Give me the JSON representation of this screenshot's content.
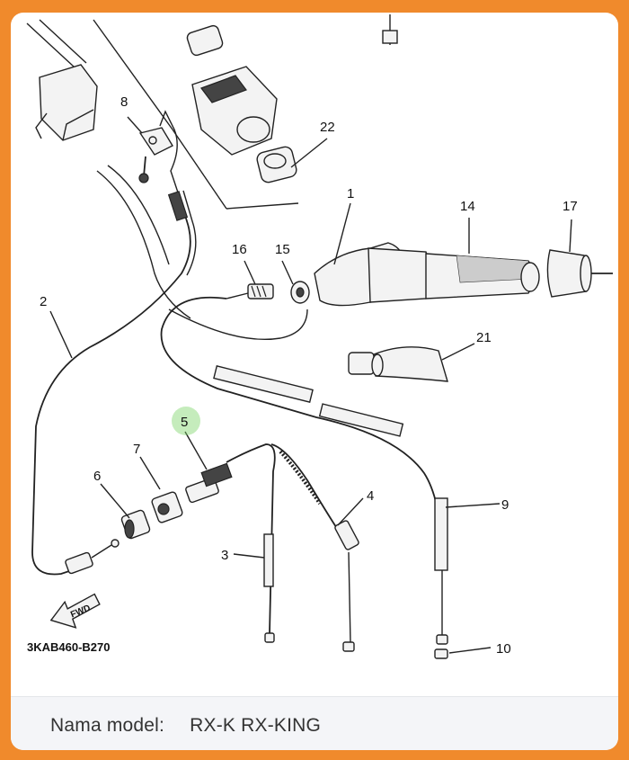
{
  "diagram": {
    "callouts": [
      {
        "id": "c1",
        "label": "1"
      },
      {
        "id": "c2",
        "label": "2"
      },
      {
        "id": "c3",
        "label": "3"
      },
      {
        "id": "c4",
        "label": "4"
      },
      {
        "id": "c5",
        "label": "5"
      },
      {
        "id": "c6",
        "label": "6"
      },
      {
        "id": "c7",
        "label": "7"
      },
      {
        "id": "c8",
        "label": "8"
      },
      {
        "id": "c9",
        "label": "9"
      },
      {
        "id": "c10",
        "label": "10"
      },
      {
        "id": "c14",
        "label": "14"
      },
      {
        "id": "c15",
        "label": "15"
      },
      {
        "id": "c16",
        "label": "16"
      },
      {
        "id": "c17",
        "label": "17"
      },
      {
        "id": "c21",
        "label": "21"
      },
      {
        "id": "c22",
        "label": "22"
      }
    ],
    "direction_label": "FWD",
    "diagram_code": "3KAB460-B270",
    "highlight_color": "#7fd46a"
  },
  "footer": {
    "model_label": "Nama model:",
    "model_value": "RX-K RX-KING"
  },
  "colors": {
    "frame": "#f08a2c",
    "card": "#ffffff",
    "footer_bg": "#f4f5f8"
  }
}
